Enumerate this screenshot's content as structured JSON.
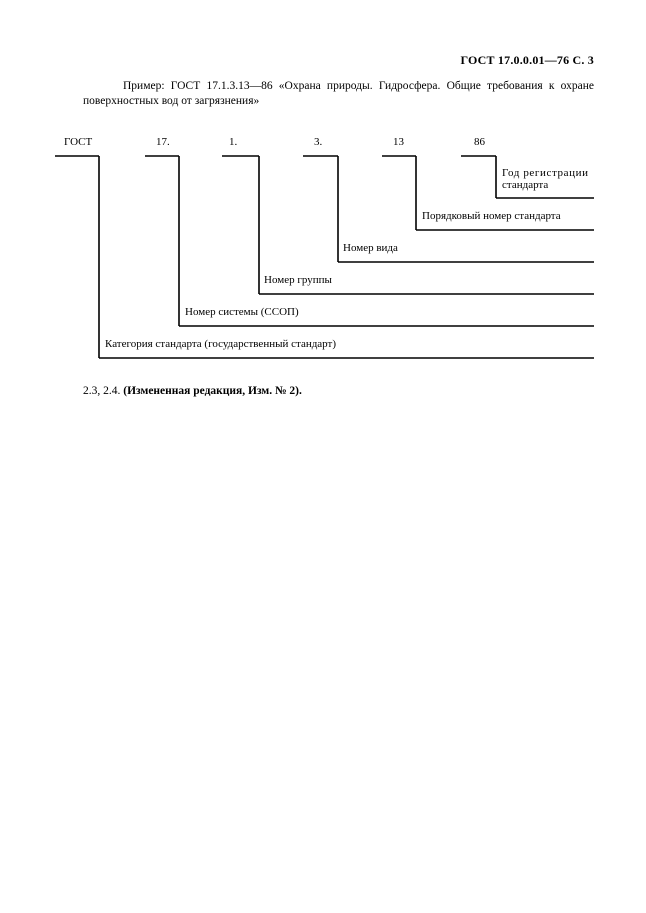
{
  "page_header": "ГОСТ 17.0.0.01—76 С. 3",
  "example_text": "Пример: ГОСТ 17.1.3.13—86 «Охрана природы. Гидросфера. Общие требования к охране поверхностных вод от загрязнения»",
  "diagram": {
    "segments": [
      "ГОСТ",
      "17.",
      "1.",
      "3.",
      "13",
      "86"
    ],
    "labels": {
      "year_line1": "Год регистрации",
      "year_line2": "стандарта",
      "serial": "Порядковый номер стандарта",
      "view": "Номер вида",
      "group": "Номер группы",
      "system": "Номер системы (ССОП)",
      "category": "Категория стандарта (государственный стандарт)"
    }
  },
  "note": {
    "prefix": "2.3, 2.4. ",
    "bold": "(Измененная редакция, Изм. № 2)."
  }
}
